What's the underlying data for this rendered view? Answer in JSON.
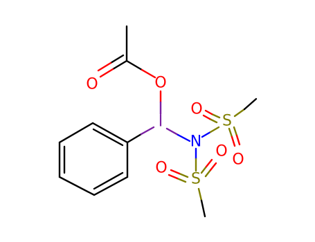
{
  "molecule": {
    "atoms": {
      "iodine": "I",
      "nitrogen": "N",
      "acetate_carbonyl_oxygen": "O",
      "acetate_ester_oxygen": "O",
      "sulfur_right": "S",
      "sulfur_right_oxo_top": "O",
      "sulfur_right_oxo_bottom": "O",
      "sulfur_bottom": "S",
      "sulfur_bottom_oxo_left": "O",
      "sulfur_bottom_oxo_right": "O"
    },
    "colors": {
      "carbon": "#000000",
      "oxygen": "#ff0000",
      "nitrogen": "#0000ff",
      "sulfur": "#808000",
      "iodine": "#7a1fa2"
    }
  }
}
